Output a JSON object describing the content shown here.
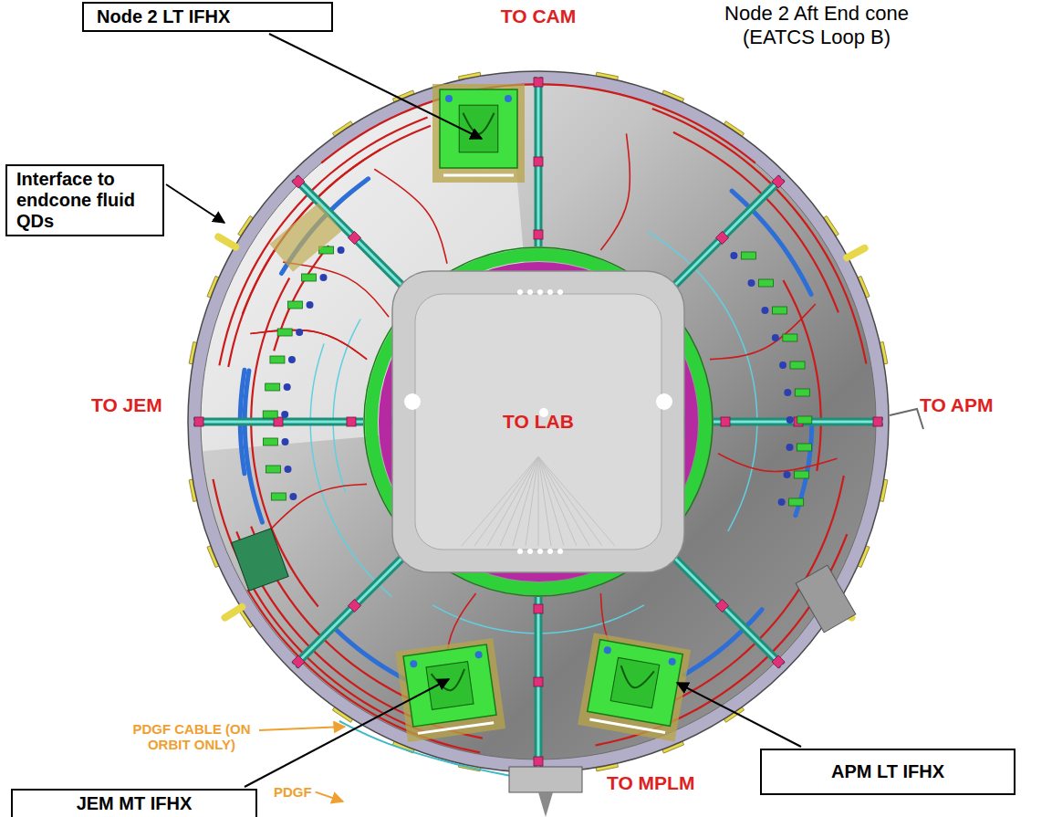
{
  "diagram": {
    "title": "Node 2 Aft End cone (EATCS Loop B)",
    "nodes": [
      {
        "text": [
          "Node 2 LT IFHX"
        ]
      },
      {
        "text": [
          "Interface to endcone fluid QDs"
        ]
      },
      {
        "text": [
          "APM LT IFHX"
        ]
      },
      {
        "text": [
          "JEM MT IFHX"
        ]
      }
    ],
    "labels": [
      "TO CAM",
      "TO JEM",
      "TO LAB",
      "TO APM",
      "PDGF CABLE (ON ORBIT ONLY)",
      "PDGF",
      "TO MPLM"
    ]
  }
}
